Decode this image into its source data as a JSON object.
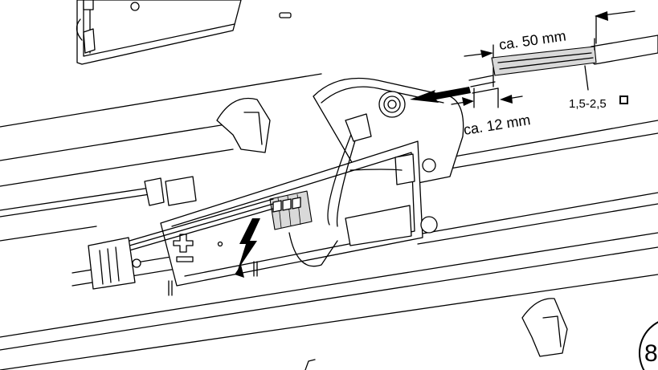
{
  "labels": {
    "strip_length": "ca. 50 mm",
    "wire_strip": "ca. 12 mm",
    "cross_section": "1,5-2,5",
    "step_number": "8"
  },
  "icons": {
    "danger": "high-voltage-icon",
    "square_unit": "square-mm-icon"
  }
}
